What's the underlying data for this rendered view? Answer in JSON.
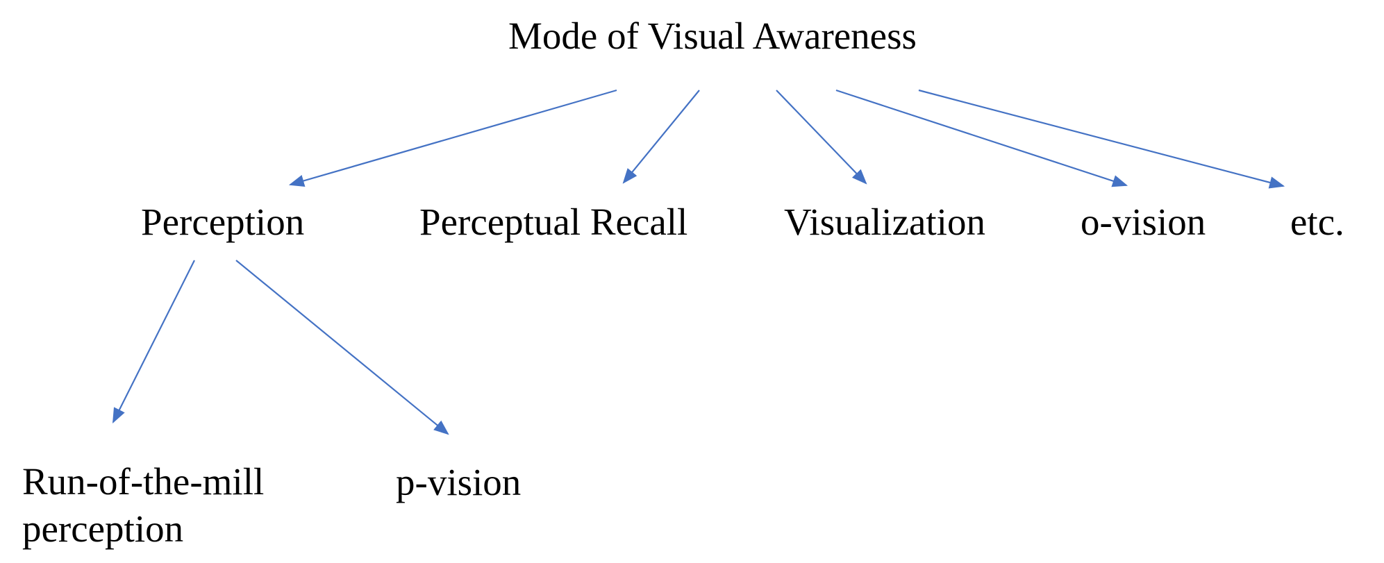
{
  "diagram": {
    "root": "Mode of Visual Awareness",
    "level1": [
      "Perception",
      "Perceptual Recall",
      "Visualization",
      "o-vision",
      "etc."
    ],
    "level2_parent": "Perception",
    "level2": [
      "Run-of-the-mill perception",
      "p-vision"
    ],
    "level2_lines": {
      "run_of_the_mill": [
        "Run-of-the-mill",
        "perception"
      ]
    },
    "edge_color": "#4472C4"
  }
}
